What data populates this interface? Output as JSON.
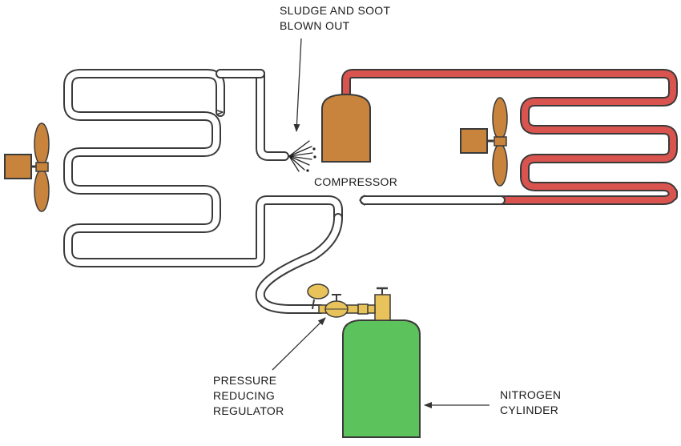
{
  "labels": {
    "sludge": [
      "SLUDGE AND SOOT",
      "BLOWN OUT"
    ],
    "compressor": "COMPRESSOR",
    "regulator": [
      "PRESSURE",
      "REDUCING",
      "REGULATOR"
    ],
    "nitrogen": [
      "NITROGEN",
      "CYLINDER"
    ]
  },
  "colors": {
    "pipe_outline": "#3a3a3a",
    "hot_pipe": "#d9544f",
    "component_brown": "#c8843c",
    "cylinder_green": "#5cc25c",
    "brass": "#e8c25a"
  }
}
